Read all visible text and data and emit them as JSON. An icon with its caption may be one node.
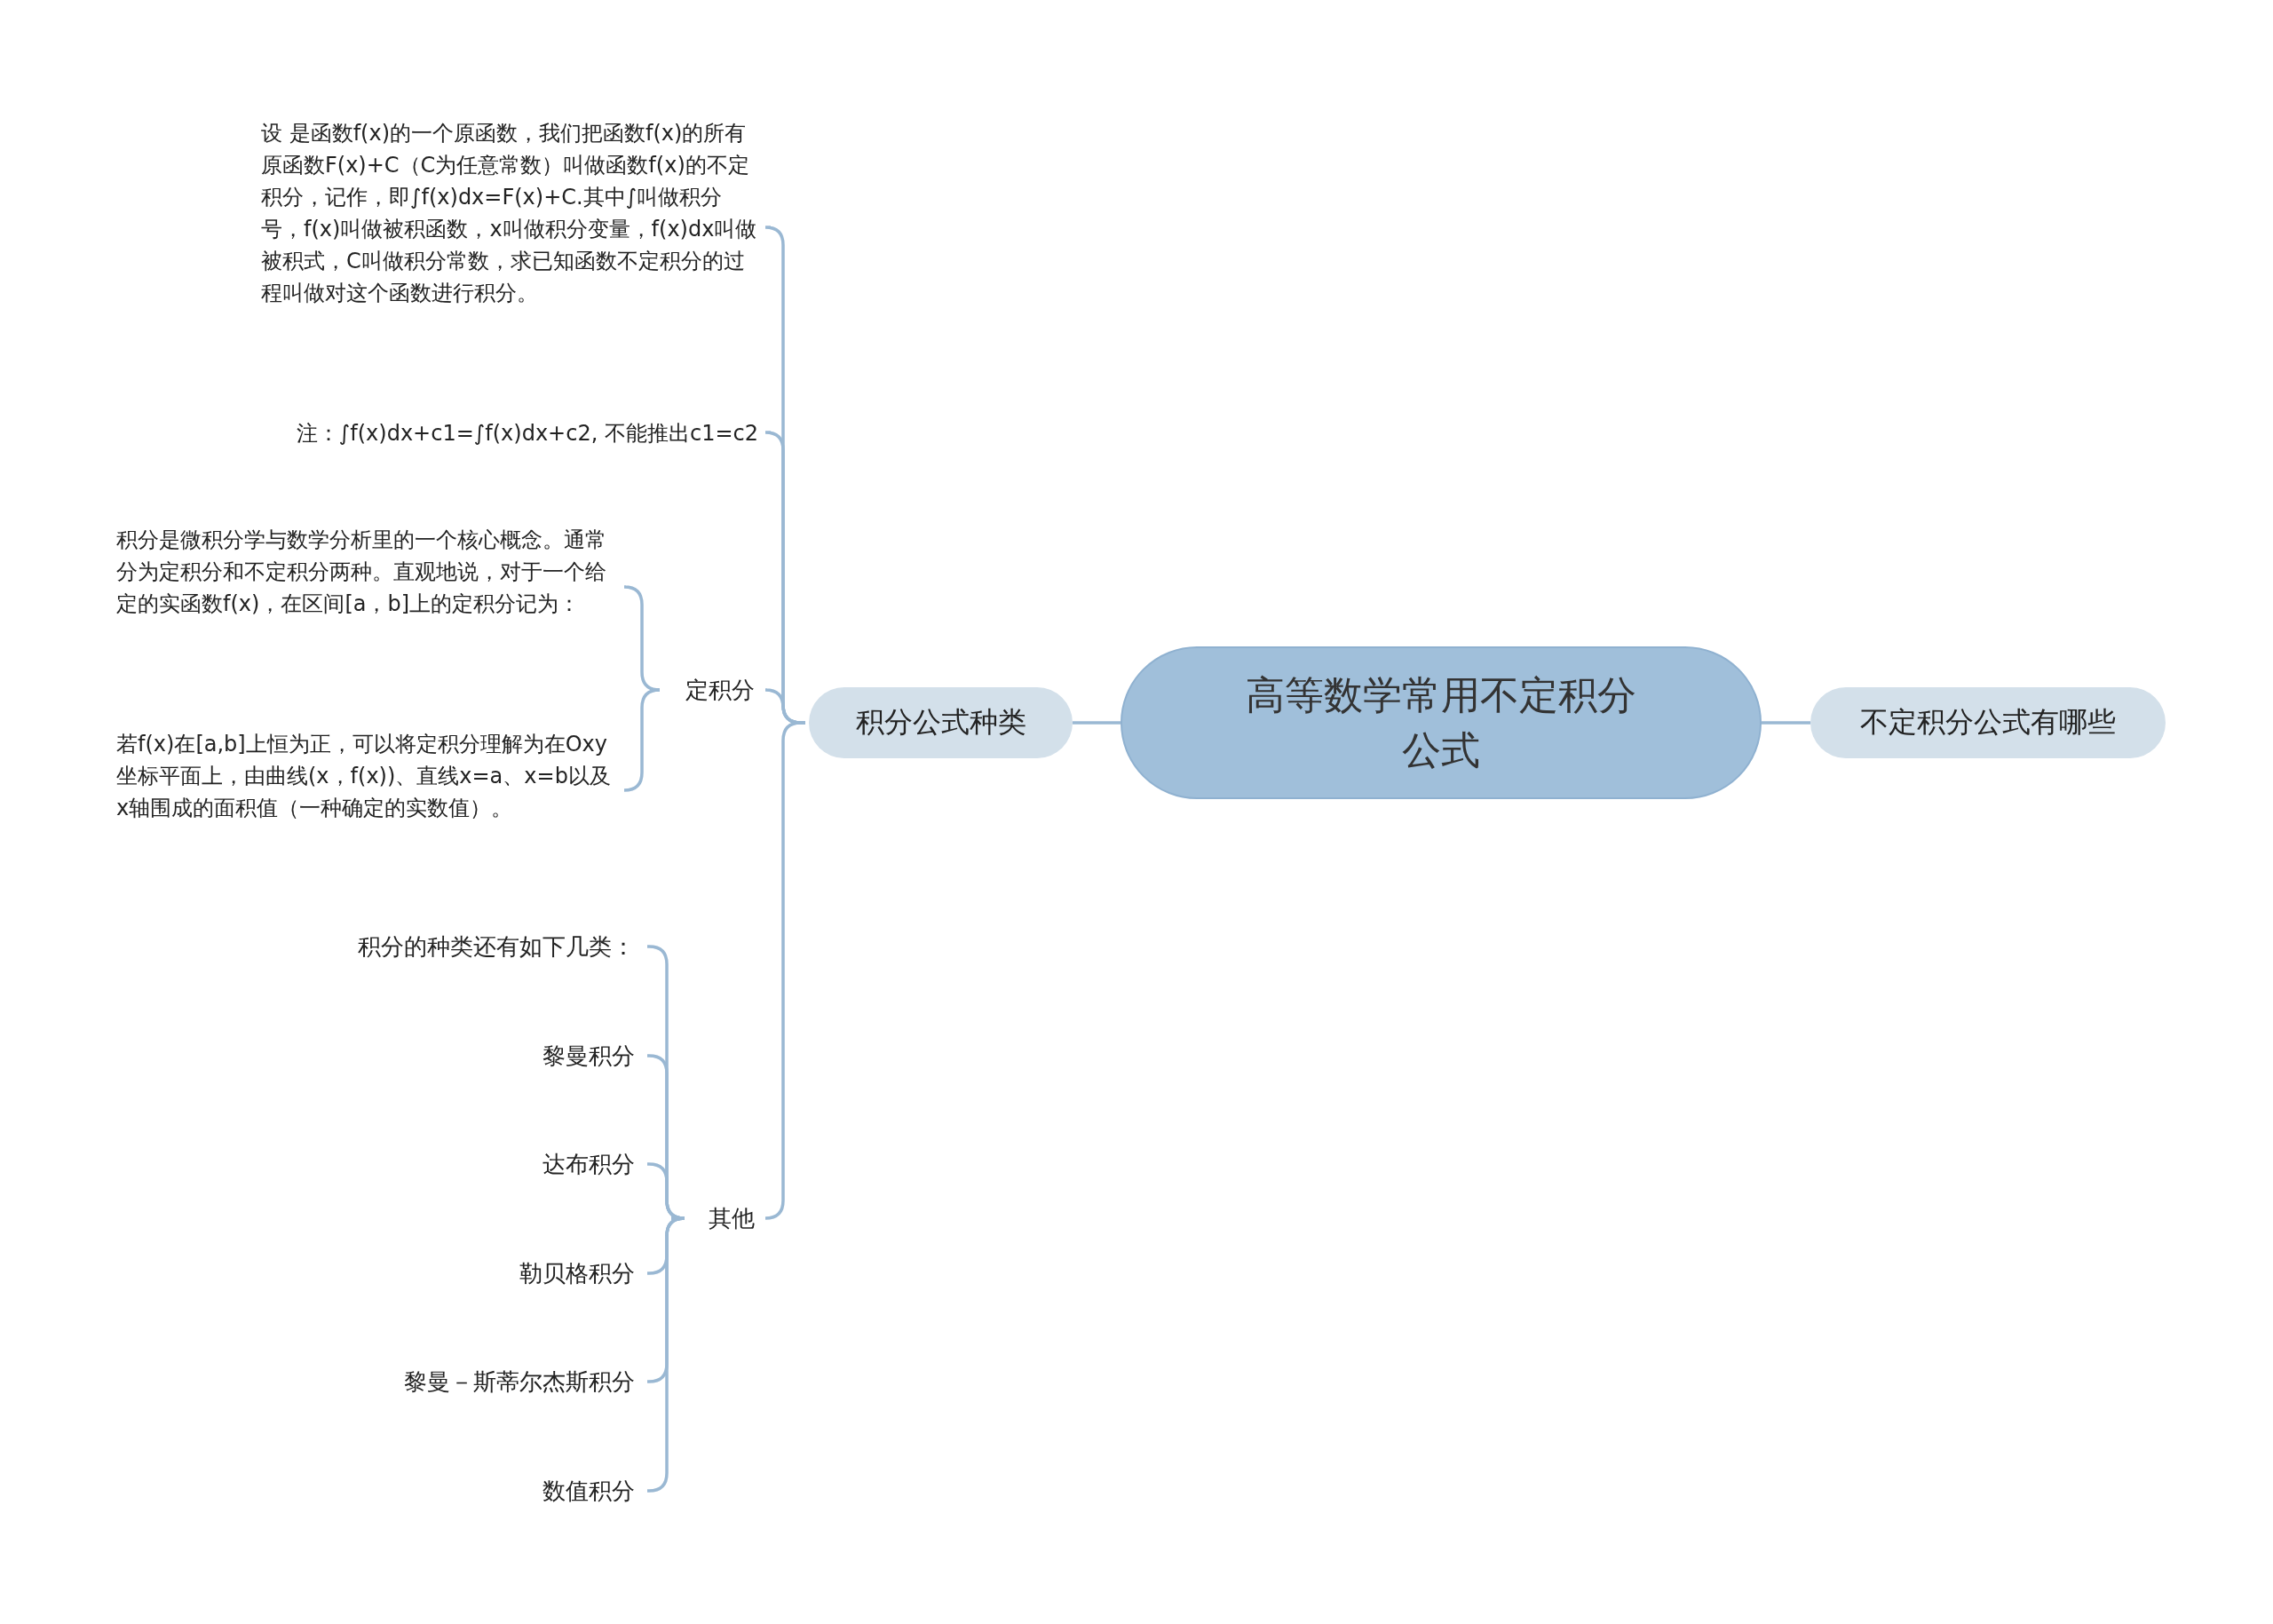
{
  "diagram": {
    "nodes": [
      {
        "text": [
          "高等数学常用不定积分公式"
        ]
      },
      {
        "text": [
          "积分公式种类"
        ]
      },
      {
        "text": [
          "设 是函数f(x)的一个原函数，我们把函数f(x)的所有原函数F(x)+C（C为任意常数）叫做函数f(x)的不定积分，记作，即∫f(x)dx=F(x)+C.其中∫叫做积分号，f(x)叫做被积函数，x叫做积分变量，f(x)dx叫做被积式，C叫做积分常数，求已知函数不定积分的过程叫做对这个函数进行积分。"
        ]
      },
      {
        "text": [
          "注：∫f(x)dx+c1=∫f(x)dx+c2, 不能推出c1=c2"
        ]
      },
      {
        "text": [
          "定积分"
        ]
      },
      {
        "text": [
          "积分是微积分学与数学分析里的一个核心概念。通常分为定积分和不定积分两种。直观地说，对于一个给定的实函数f(x)，在区间[a，b]上的定积分记为："
        ]
      },
      {
        "text": [
          "若f(x)在[a,b]上恒为正，可以将定积分理解为在Oxy坐标平面上，由曲线(x，f(x))、直线x=a、x=b以及x轴围成的面积值（一种确定的实数值）。"
        ]
      },
      {
        "text": [
          "其他"
        ]
      },
      {
        "text": [
          "积分的种类还有如下几类："
        ]
      },
      {
        "text": [
          "黎曼积分"
        ]
      },
      {
        "text": [
          "达布积分"
        ]
      },
      {
        "text": [
          "勒贝格积分"
        ]
      },
      {
        "text": [
          "黎曼－斯蒂尔杰斯积分"
        ]
      },
      {
        "text": [
          "数值积分"
        ]
      },
      {
        "text": [
          "不定积分公式有哪些"
        ]
      }
    ],
    "edges": [
      {
        "from": 0,
        "to": 1,
        "arrow": "none"
      },
      {
        "from": 0,
        "to": 14,
        "arrow": "none"
      },
      {
        "from": 1,
        "to": 2,
        "arrow": "none"
      },
      {
        "from": 1,
        "to": 3,
        "arrow": "none"
      },
      {
        "from": 1,
        "to": 4,
        "arrow": "none"
      },
      {
        "from": 1,
        "to": 7,
        "arrow": "none"
      },
      {
        "from": 4,
        "to": 5,
        "arrow": "none"
      },
      {
        "from": 4,
        "to": 6,
        "arrow": "none"
      },
      {
        "from": 7,
        "to": 8,
        "arrow": "none"
      },
      {
        "from": 7,
        "to": 9,
        "arrow": "none"
      },
      {
        "from": 7,
        "to": 10,
        "arrow": "none"
      },
      {
        "from": 7,
        "to": 11,
        "arrow": "none"
      },
      {
        "from": 7,
        "to": 12,
        "arrow": "none"
      },
      {
        "from": 7,
        "to": 13,
        "arrow": "none"
      }
    ]
  }
}
